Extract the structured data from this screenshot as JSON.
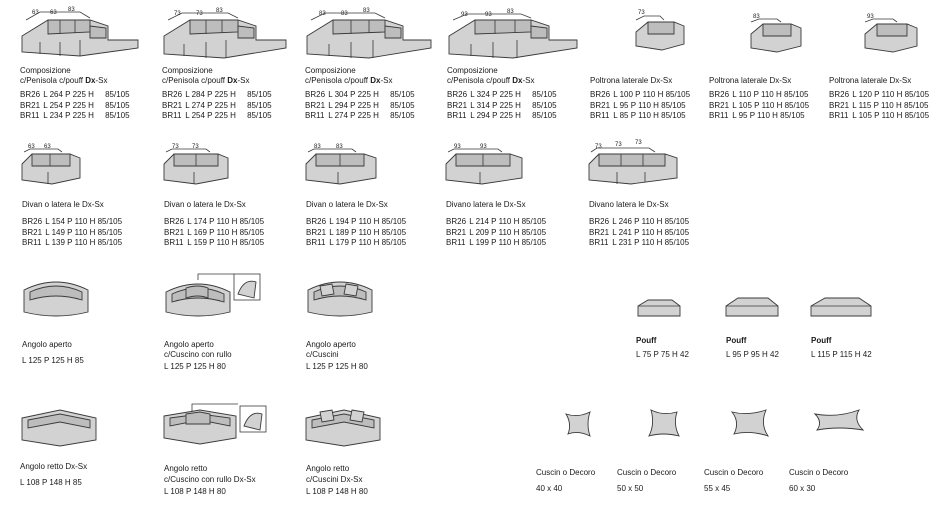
{
  "row1": [
    {
      "dims": [
        "63",
        "63",
        "83"
      ],
      "l1": "Composizione",
      "l2a": "c/Penisola c/pouff ",
      "l2b": "Dx",
      "l2c": "-Sx",
      "specs": [
        [
          "BR26",
          "L 264 P 225 H",
          "85/105"
        ],
        [
          "BR21",
          "L 254 P 225 H",
          "85/105"
        ],
        [
          "BR11",
          "L 234 P 225 H",
          "85/105"
        ]
      ]
    },
    {
      "dims": [
        "73",
        "73",
        "83"
      ],
      "l1": "Composizione",
      "l2a": "c/Penisola c/pouff ",
      "l2b": "Dx",
      "l2c": "-Sx",
      "specs": [
        [
          "BR26",
          "L 284 P 225 H",
          "85/105"
        ],
        [
          "BR21",
          "L 274 P 225 H",
          "85/105"
        ],
        [
          "BR11",
          "L 254 P 225 H",
          "85/105"
        ]
      ]
    },
    {
      "dims": [
        "83",
        "83",
        "83"
      ],
      "l1": "Composizione",
      "l2a": "c/Penisola c/pouff ",
      "l2b": "Dx",
      "l2c": "-Sx",
      "specs": [
        [
          "BR26",
          "L 304 P 225 H",
          "85/105"
        ],
        [
          "BR21",
          "L 294 P 225 H",
          "85/105"
        ],
        [
          "BR11",
          "L 274 P 225 H",
          "85/105"
        ]
      ]
    },
    {
      "dims": [
        "93",
        "93",
        "83"
      ],
      "l1": "Composizione",
      "l2a": "c/Penisola c/pouff ",
      "l2b": "Dx",
      "l2c": "-Sx",
      "specs": [
        [
          "BR26",
          "L 324 P 225 H",
          "85/105"
        ],
        [
          "BR21",
          "L 314 P 225 H",
          "85/105"
        ],
        [
          "BR11",
          "L 294 P 225 H",
          "85/105"
        ]
      ]
    }
  ],
  "poltrone": [
    {
      "dim": "73",
      "title": "Poltrona laterale Dx-Sx",
      "specs": [
        [
          "BR26",
          "L 100 P 110 H 85/105"
        ],
        [
          "BR21",
          "L 95 P 110 H 85/105"
        ],
        [
          "BR11",
          "L 85 P 110 H 85/105"
        ]
      ]
    },
    {
      "dim": "83",
      "title": "Poltrona laterale Dx-Sx",
      "specs": [
        [
          "BR26",
          "L 110 P 110 H 85/105"
        ],
        [
          "BR21",
          "L 105 P 110 H 85/105"
        ],
        [
          "BR11",
          "L 95 P 110 H 85/105"
        ]
      ]
    },
    {
      "dim": "93",
      "title": "Poltrona laterale Dx-Sx",
      "specs": [
        [
          "BR26",
          "L 120 P 110 H 85/105"
        ],
        [
          "BR21",
          "L 115 P 110 H 85/105"
        ],
        [
          "BR11",
          "L 105 P 110 H 85/105"
        ]
      ]
    }
  ],
  "divani": [
    {
      "dims": [
        "63",
        "63"
      ],
      "title": "Divan o latera  le Dx-Sx",
      "specs": [
        [
          "BR26",
          "L 154 P 110 H 85/105"
        ],
        [
          "BR21",
          "L 149 P 110 H 85/105"
        ],
        [
          "BR11",
          "L 139 P 110 H 85/105"
        ]
      ]
    },
    {
      "dims": [
        "73",
        "73"
      ],
      "title": "Divan o latera  le Dx-Sx",
      "specs": [
        [
          "BR26",
          "L 174 P 110 H 85/105"
        ],
        [
          "BR21",
          "L 169 P 110 H 85/105"
        ],
        [
          "BR11",
          "L 159 P 110 H 85/105"
        ]
      ]
    },
    {
      "dims": [
        "83",
        "83"
      ],
      "title": "Divan o latera  le Dx-Sx",
      "specs": [
        [
          "BR26",
          "L 194 P 110 H 85/105"
        ],
        [
          "BR21",
          "L 189 P 110 H 85/105"
        ],
        [
          "BR11",
          "L 179 P 110 H 85/105"
        ]
      ]
    },
    {
      "dims": [
        "93",
        "93"
      ],
      "title": "Divano  latera  le Dx-Sx",
      "specs": [
        [
          "BR26",
          "L 214 P 110 H 85/105"
        ],
        [
          "BR21",
          "L 209 P 110 H 85/105"
        ],
        [
          "BR11",
          "L 199 P 110 H 85/105"
        ]
      ]
    },
    {
      "dims": [
        "73",
        "73",
        "73"
      ],
      "title": "Divano  latera  le Dx-Sx",
      "specs": [
        [
          "BR26",
          "L 246 P 110 H 85/105"
        ],
        [
          "BR21",
          "L 241 P 110 H 85/105"
        ],
        [
          "BR11",
          "L 231 P 110 H 85/105"
        ]
      ]
    }
  ],
  "angoli_aperti": [
    {
      "l1": "Angolo aperto",
      "l2": "",
      "l3": "L 125 P 125 H 85"
    },
    {
      "l1": "Angolo aperto",
      "l2": "c/Cuscino con rullo",
      "l3": "L 125 P 125 H 80"
    },
    {
      "l1": "Angolo aperto",
      "l2": "c/Cuscini",
      "l3": "L 125 P 125 H 80"
    }
  ],
  "pouff": [
    {
      "title": "Pouff",
      "dims": "L 75 P 75 H 42"
    },
    {
      "title": "Pouff",
      "dims": "L 95 P 95 H 42"
    },
    {
      "title": "Pouff",
      "dims": "L 115 P 115 H 42"
    }
  ],
  "angoli_retti": [
    {
      "l1": "Angolo retto Dx-Sx",
      "l2": "",
      "l3": "L 108 P 148 H 85"
    },
    {
      "l1": "Angolo retto",
      "l2": "c/Cuscino con rullo Dx-Sx",
      "l3": "L 108 P 148 H 80"
    },
    {
      "l1": "Angolo retto",
      "l2": "c/Cuscini Dx-Sx",
      "l3": "L 108 P 148 H 80"
    }
  ],
  "cuscini": [
    {
      "title": "Cuscin  o Decoro",
      "dims": "40 x 40"
    },
    {
      "title": "Cuscin  o Decoro",
      "dims": "50 x 50"
    },
    {
      "title": "Cuscin  o Decoro",
      "dims": "55 x 45"
    },
    {
      "title": "Cuscin  o Decoro",
      "dims": "60 x 30"
    }
  ]
}
